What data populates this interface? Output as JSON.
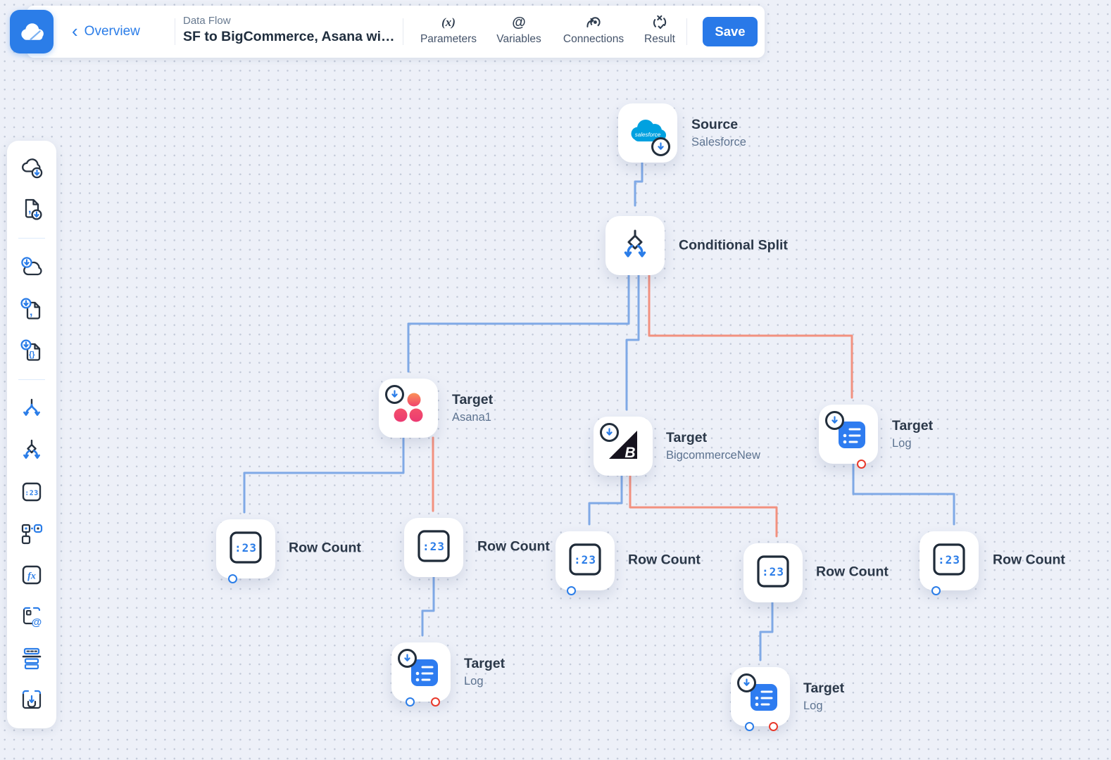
{
  "topbar": {
    "back_label": "Overview",
    "doc_type": "Data Flow",
    "doc_title": "SF to BigCommerce, Asana wi…",
    "actions": [
      {
        "label": "Parameters",
        "glyph": "(x)"
      },
      {
        "label": "Variables",
        "glyph": "@"
      },
      {
        "label": "Connections"
      },
      {
        "label": "Result"
      }
    ],
    "save_label": "Save"
  },
  "sidebar": {
    "items": [
      {
        "id": "source-connection"
      },
      {
        "id": "source-csv"
      },
      {
        "id": "target-connection"
      },
      {
        "id": "target-csv"
      },
      {
        "id": "target-json"
      },
      {
        "id": "split"
      },
      {
        "id": "conditional-split"
      },
      {
        "id": "row-count"
      },
      {
        "id": "lookup"
      },
      {
        "id": "expression"
      },
      {
        "id": "extend"
      },
      {
        "id": "union"
      },
      {
        "id": "target-input"
      }
    ]
  },
  "canvas": {
    "nodes": [
      {
        "title": "Source",
        "subtitle": "Salesforce",
        "icon": "salesforce"
      },
      {
        "title": "Conditional Split",
        "icon": "conditional-split"
      },
      {
        "title": "Target",
        "subtitle": "Asana1",
        "icon": "asana"
      },
      {
        "title": "Target",
        "subtitle": "BigcommerceNew",
        "icon": "bigcommerce"
      },
      {
        "title": "Target",
        "subtitle": "Log",
        "icon": "log"
      },
      {
        "title": "Row Count",
        "icon": "row-count"
      },
      {
        "title": "Row Count",
        "icon": "row-count"
      },
      {
        "title": "Row Count",
        "icon": "row-count"
      },
      {
        "title": "Row Count",
        "icon": "row-count"
      },
      {
        "title": "Row Count",
        "icon": "row-count"
      },
      {
        "title": "Target",
        "subtitle": "Log",
        "icon": "log"
      },
      {
        "title": "Target",
        "subtitle": "Log",
        "icon": "log"
      }
    ],
    "edges": [
      {
        "from": "Source",
        "to": "Conditional Split",
        "color": "blue"
      },
      {
        "from": "Conditional Split",
        "to": "Target Asana1",
        "color": "blue"
      },
      {
        "from": "Conditional Split",
        "to": "Target BigcommerceNew",
        "color": "blue"
      },
      {
        "from": "Conditional Split",
        "to": "Target Log (right)",
        "color": "red"
      },
      {
        "from": "Target Asana1",
        "to": "Row Count 1",
        "color": "blue"
      },
      {
        "from": "Target Asana1",
        "to": "Row Count 2",
        "color": "red"
      },
      {
        "from": "Target BigcommerceNew",
        "to": "Row Count 3",
        "color": "blue"
      },
      {
        "from": "Target BigcommerceNew",
        "to": "Row Count 4",
        "color": "red"
      },
      {
        "from": "Target Log (right)",
        "to": "Row Count 5",
        "color": "blue"
      },
      {
        "from": "Row Count 2",
        "to": "Target Log (bottom left)",
        "color": "blue"
      },
      {
        "from": "Row Count 4",
        "to": "Target Log (bottom right)",
        "color": "blue"
      }
    ]
  },
  "icons": {
    "row_count_digits": ":23",
    "salesforce_text": "salesforce",
    "bigcommerce_letter": "B",
    "fx_text": "fx"
  },
  "colors": {
    "accent_blue": "#2b7de8",
    "edge_blue": "#7fa9e6",
    "edge_red": "#f2917f",
    "port_error_red": "#e8392b",
    "canvas_bg": "#edf0f8"
  }
}
